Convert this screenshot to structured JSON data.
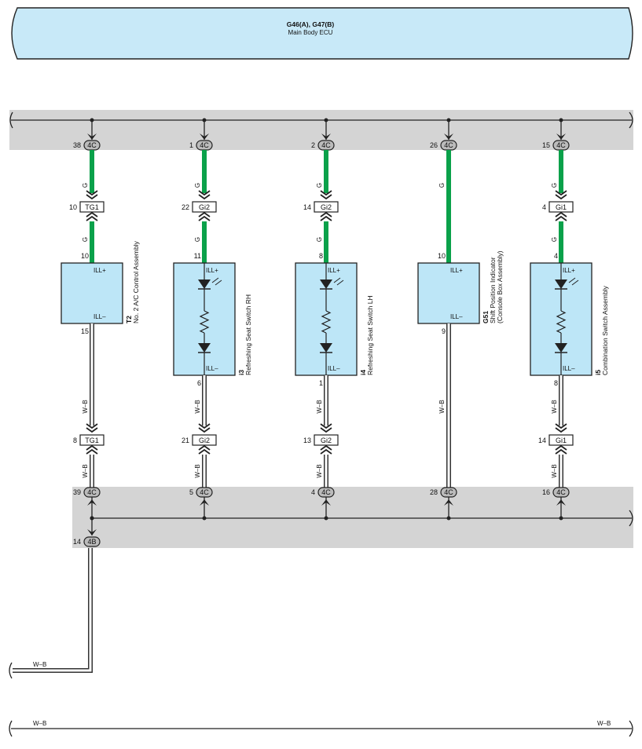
{
  "ecu": {
    "code": "G46(A), G47(B)",
    "name": "Main Body ECU"
  },
  "connector_4c": "4C",
  "connector_4b": "4B",
  "wire_colors": {
    "green": "G",
    "white_black": "W–B"
  },
  "terminal_labels": {
    "ill_plus": "ILL+",
    "ill_minus": "ILL–"
  },
  "colors": {
    "green_wire": "#0aa14a",
    "component_fill": "#bde6f7",
    "bus_band": "#d4d4d4"
  },
  "circuits": [
    {
      "top_pin": "38",
      "upper_conn": {
        "name": "TG1",
        "pin": "10"
      },
      "comp_top_pin": "10",
      "comp_bot_pin": "15",
      "lower_conn": {
        "name": "TG1",
        "pin": "8"
      },
      "bottom_pin": "39",
      "component": {
        "code": "T2",
        "name": "No. 2 A/C Control Assembly",
        "name2": ""
      }
    },
    {
      "top_pin": "1",
      "upper_conn": {
        "name": "Gi2",
        "pin": "22"
      },
      "comp_top_pin": "11",
      "comp_bot_pin": "6",
      "lower_conn": {
        "name": "Gi2",
        "pin": "21"
      },
      "bottom_pin": "5",
      "component": {
        "code": "i3",
        "name": "Refreshing Seat Switch RH",
        "name2": ""
      }
    },
    {
      "top_pin": "2",
      "upper_conn": {
        "name": "Gi2",
        "pin": "14"
      },
      "comp_top_pin": "8",
      "comp_bot_pin": "1",
      "lower_conn": {
        "name": "Gi2",
        "pin": "13"
      },
      "bottom_pin": "4",
      "component": {
        "code": "i4",
        "name": "Refreshing Seat Switch LH",
        "name2": ""
      }
    },
    {
      "top_pin": "26",
      "comp_top_pin": "10",
      "comp_bot_pin": "9",
      "bottom_pin": "28",
      "component": {
        "code": "G51",
        "name": "Shift Position Indicator",
        "name2": "(Console Box Assembly)"
      }
    },
    {
      "top_pin": "15",
      "upper_conn": {
        "name": "Gi1",
        "pin": "4"
      },
      "comp_top_pin": "4",
      "comp_bot_pin": "8",
      "lower_conn": {
        "name": "Gi1",
        "pin": "14"
      },
      "bottom_pin": "16",
      "component": {
        "code": "i5",
        "name": "Combination Switch Assembly",
        "name2": ""
      }
    }
  ],
  "ground_pin": "14"
}
